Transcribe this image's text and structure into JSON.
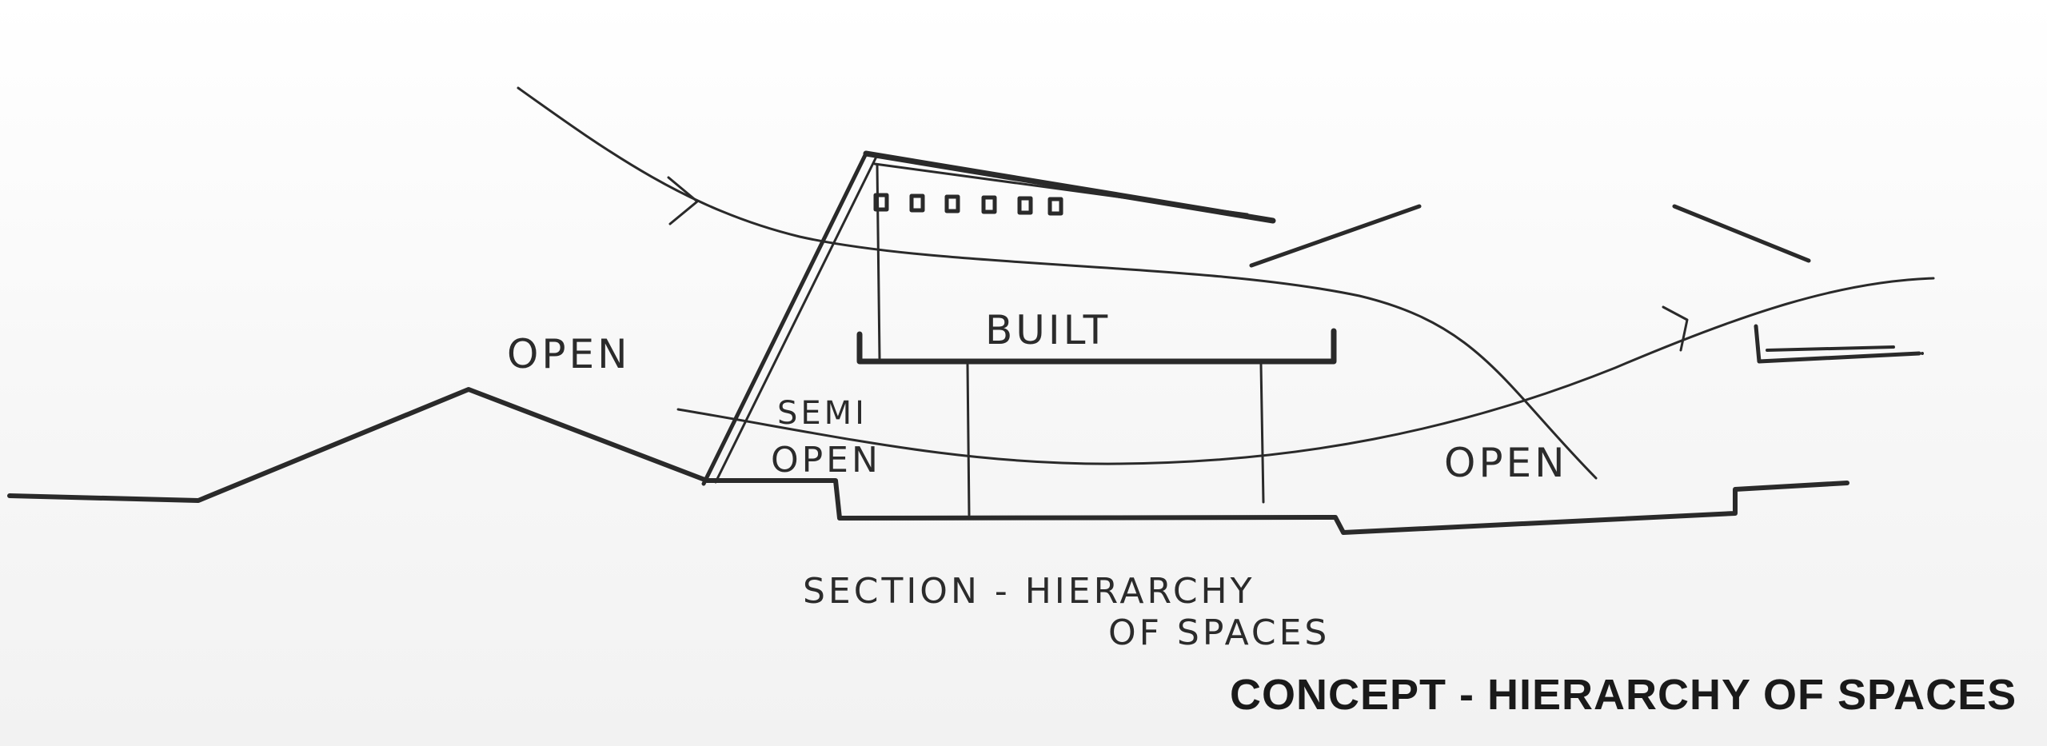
{
  "diagram": {
    "labels": {
      "open_left": "OPEN",
      "built": "BUILT",
      "semi": "SEMI",
      "semi_open": "OPEN",
      "open_right": "OPEN"
    },
    "caption": {
      "line1": "SECTION - HIERARCHY",
      "line2": "OF SPACES"
    },
    "title": "CONCEPT - HIERARCHY OF SPACES",
    "colors": {
      "ink": "#2a2a2a",
      "paper": "#f7f7f7",
      "title": "#1a1a1a"
    }
  }
}
